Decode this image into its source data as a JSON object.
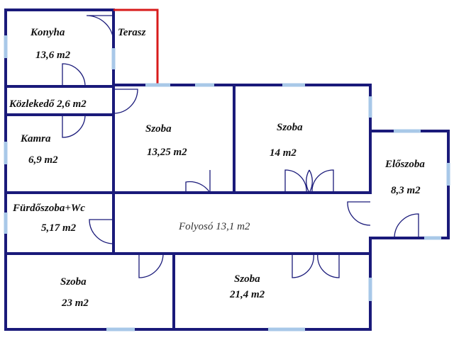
{
  "rooms": {
    "konyha": {
      "name": "Konyha",
      "area": "13,6 m2"
    },
    "terasz": {
      "name": "Terasz"
    },
    "kozlekedo": {
      "name": "Közlekedő 2,6 m2"
    },
    "kamra": {
      "name": "Kamra",
      "area": "6,9 m2"
    },
    "szoba1": {
      "name": "Szoba",
      "area": "13,25 m2"
    },
    "szoba2": {
      "name": "Szoba",
      "area": "14 m2"
    },
    "eloszoba": {
      "name": "Előszoba",
      "area": "8,3 m2"
    },
    "furdo": {
      "name": "Fürdőszoba+Wc",
      "area": "5,17 m2"
    },
    "folyoso": {
      "name": "Folyosó 13,1 m2"
    },
    "szoba3": {
      "name": "Szoba",
      "area": "23 m2"
    },
    "szoba4": {
      "name": "Szoba",
      "area": "21,4 m2"
    }
  },
  "colors": {
    "wall": "#1a1a7a",
    "window": "#a8c8e8",
    "terrace": "#d81b1b"
  }
}
